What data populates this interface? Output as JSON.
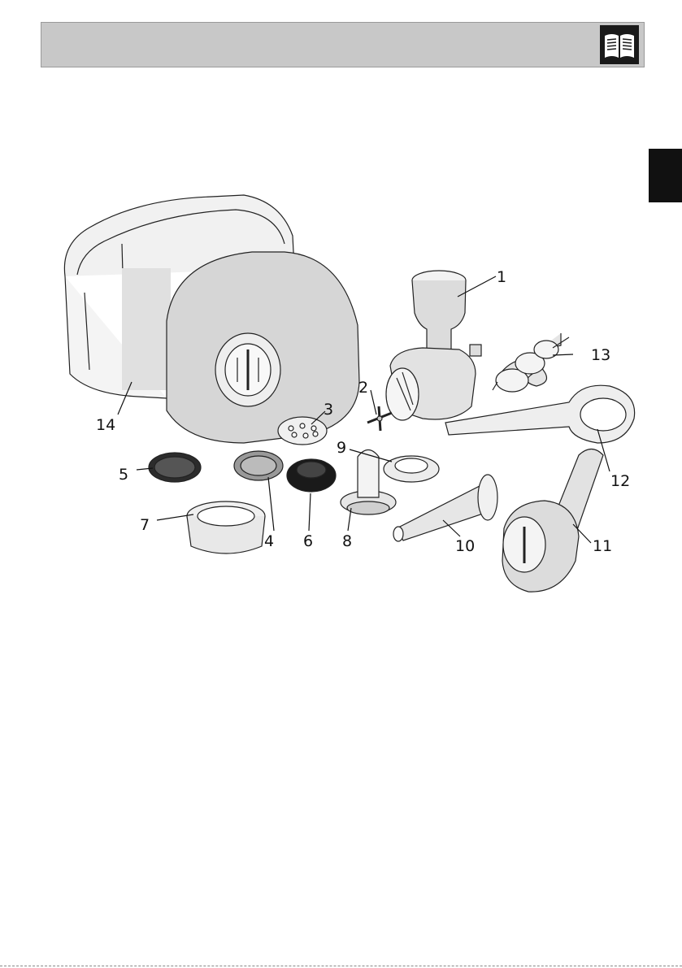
{
  "callouts": [
    "1",
    "2",
    "3",
    "4",
    "5",
    "6",
    "7",
    "8",
    "9",
    "10",
    "11",
    "12",
    "13",
    "14"
  ],
  "icons": {
    "header": "open-book-icon"
  }
}
